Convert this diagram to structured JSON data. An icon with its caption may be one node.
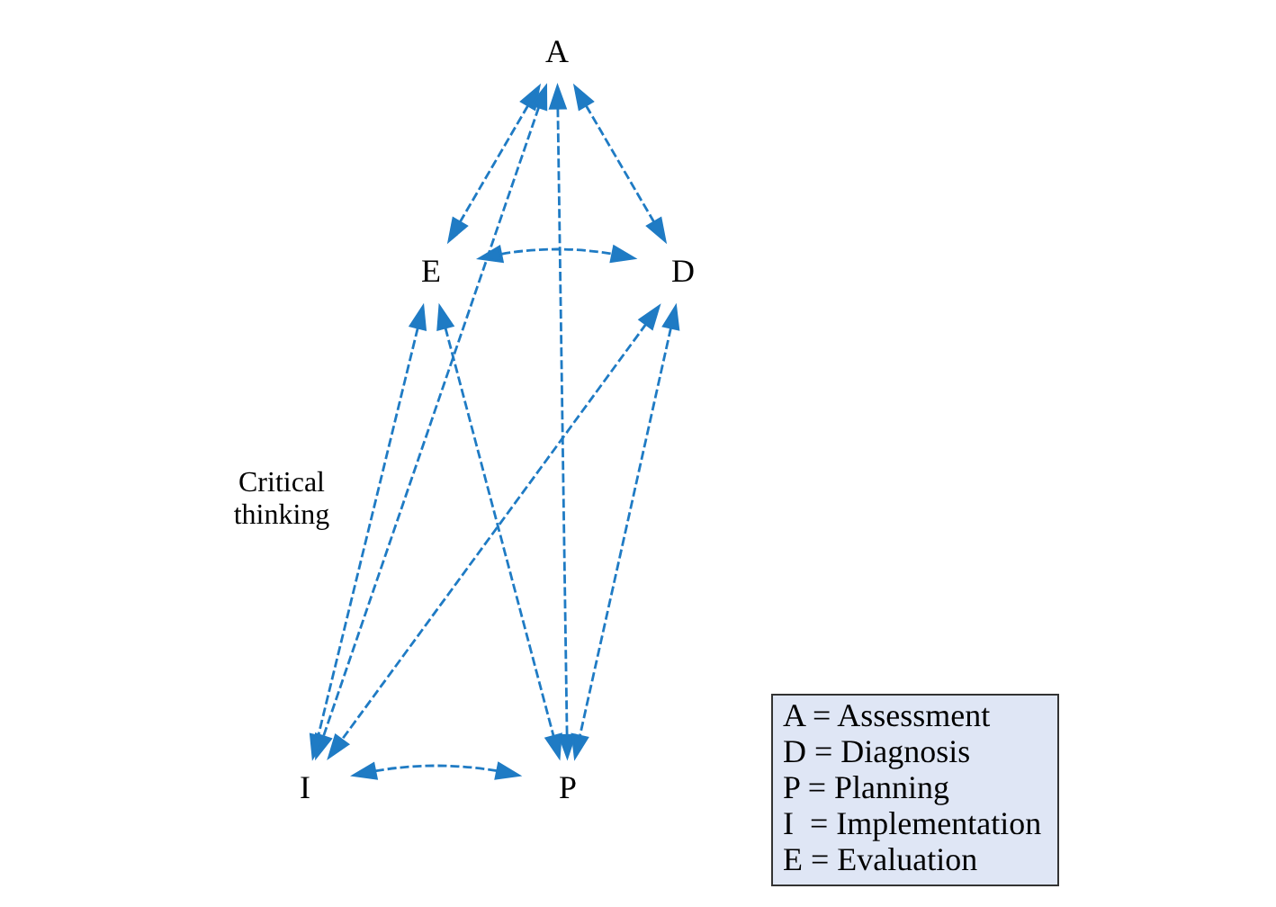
{
  "diagram": {
    "nodes": [
      {
        "text": [
          "A"
        ]
      },
      {
        "text": [
          "D"
        ]
      },
      {
        "text": [
          "P"
        ]
      },
      {
        "text": [
          "I"
        ]
      },
      {
        "text": [
          "E"
        ]
      },
      {
        "text": [
          "A = Assessment",
          "D = Diagnosis",
          "P = Planning",
          "I  = Implementation",
          "E = Evaluation"
        ]
      }
    ],
    "edges": [
      {
        "from": 0,
        "to": 4,
        "arrow": "both",
        "style": "dashed"
      },
      {
        "from": 0,
        "to": 1,
        "arrow": "both",
        "style": "dashed"
      },
      {
        "from": 0,
        "to": 3,
        "arrow": "both",
        "style": "dashed"
      },
      {
        "from": 0,
        "to": 2,
        "arrow": "both",
        "style": "dashed"
      },
      {
        "from": 4,
        "to": 1,
        "arrow": "both",
        "style": "dashed"
      },
      {
        "from": 4,
        "to": 3,
        "arrow": "both",
        "style": "dashed"
      },
      {
        "from": 4,
        "to": 2,
        "arrow": "both",
        "style": "dashed"
      },
      {
        "from": 1,
        "to": 3,
        "arrow": "both",
        "style": "dashed"
      },
      {
        "from": 1,
        "to": 2,
        "arrow": "both",
        "style": "dashed"
      },
      {
        "from": 3,
        "to": 2,
        "arrow": "both",
        "style": "dashed"
      }
    ],
    "labels": [
      "Critical thinking"
    ]
  }
}
